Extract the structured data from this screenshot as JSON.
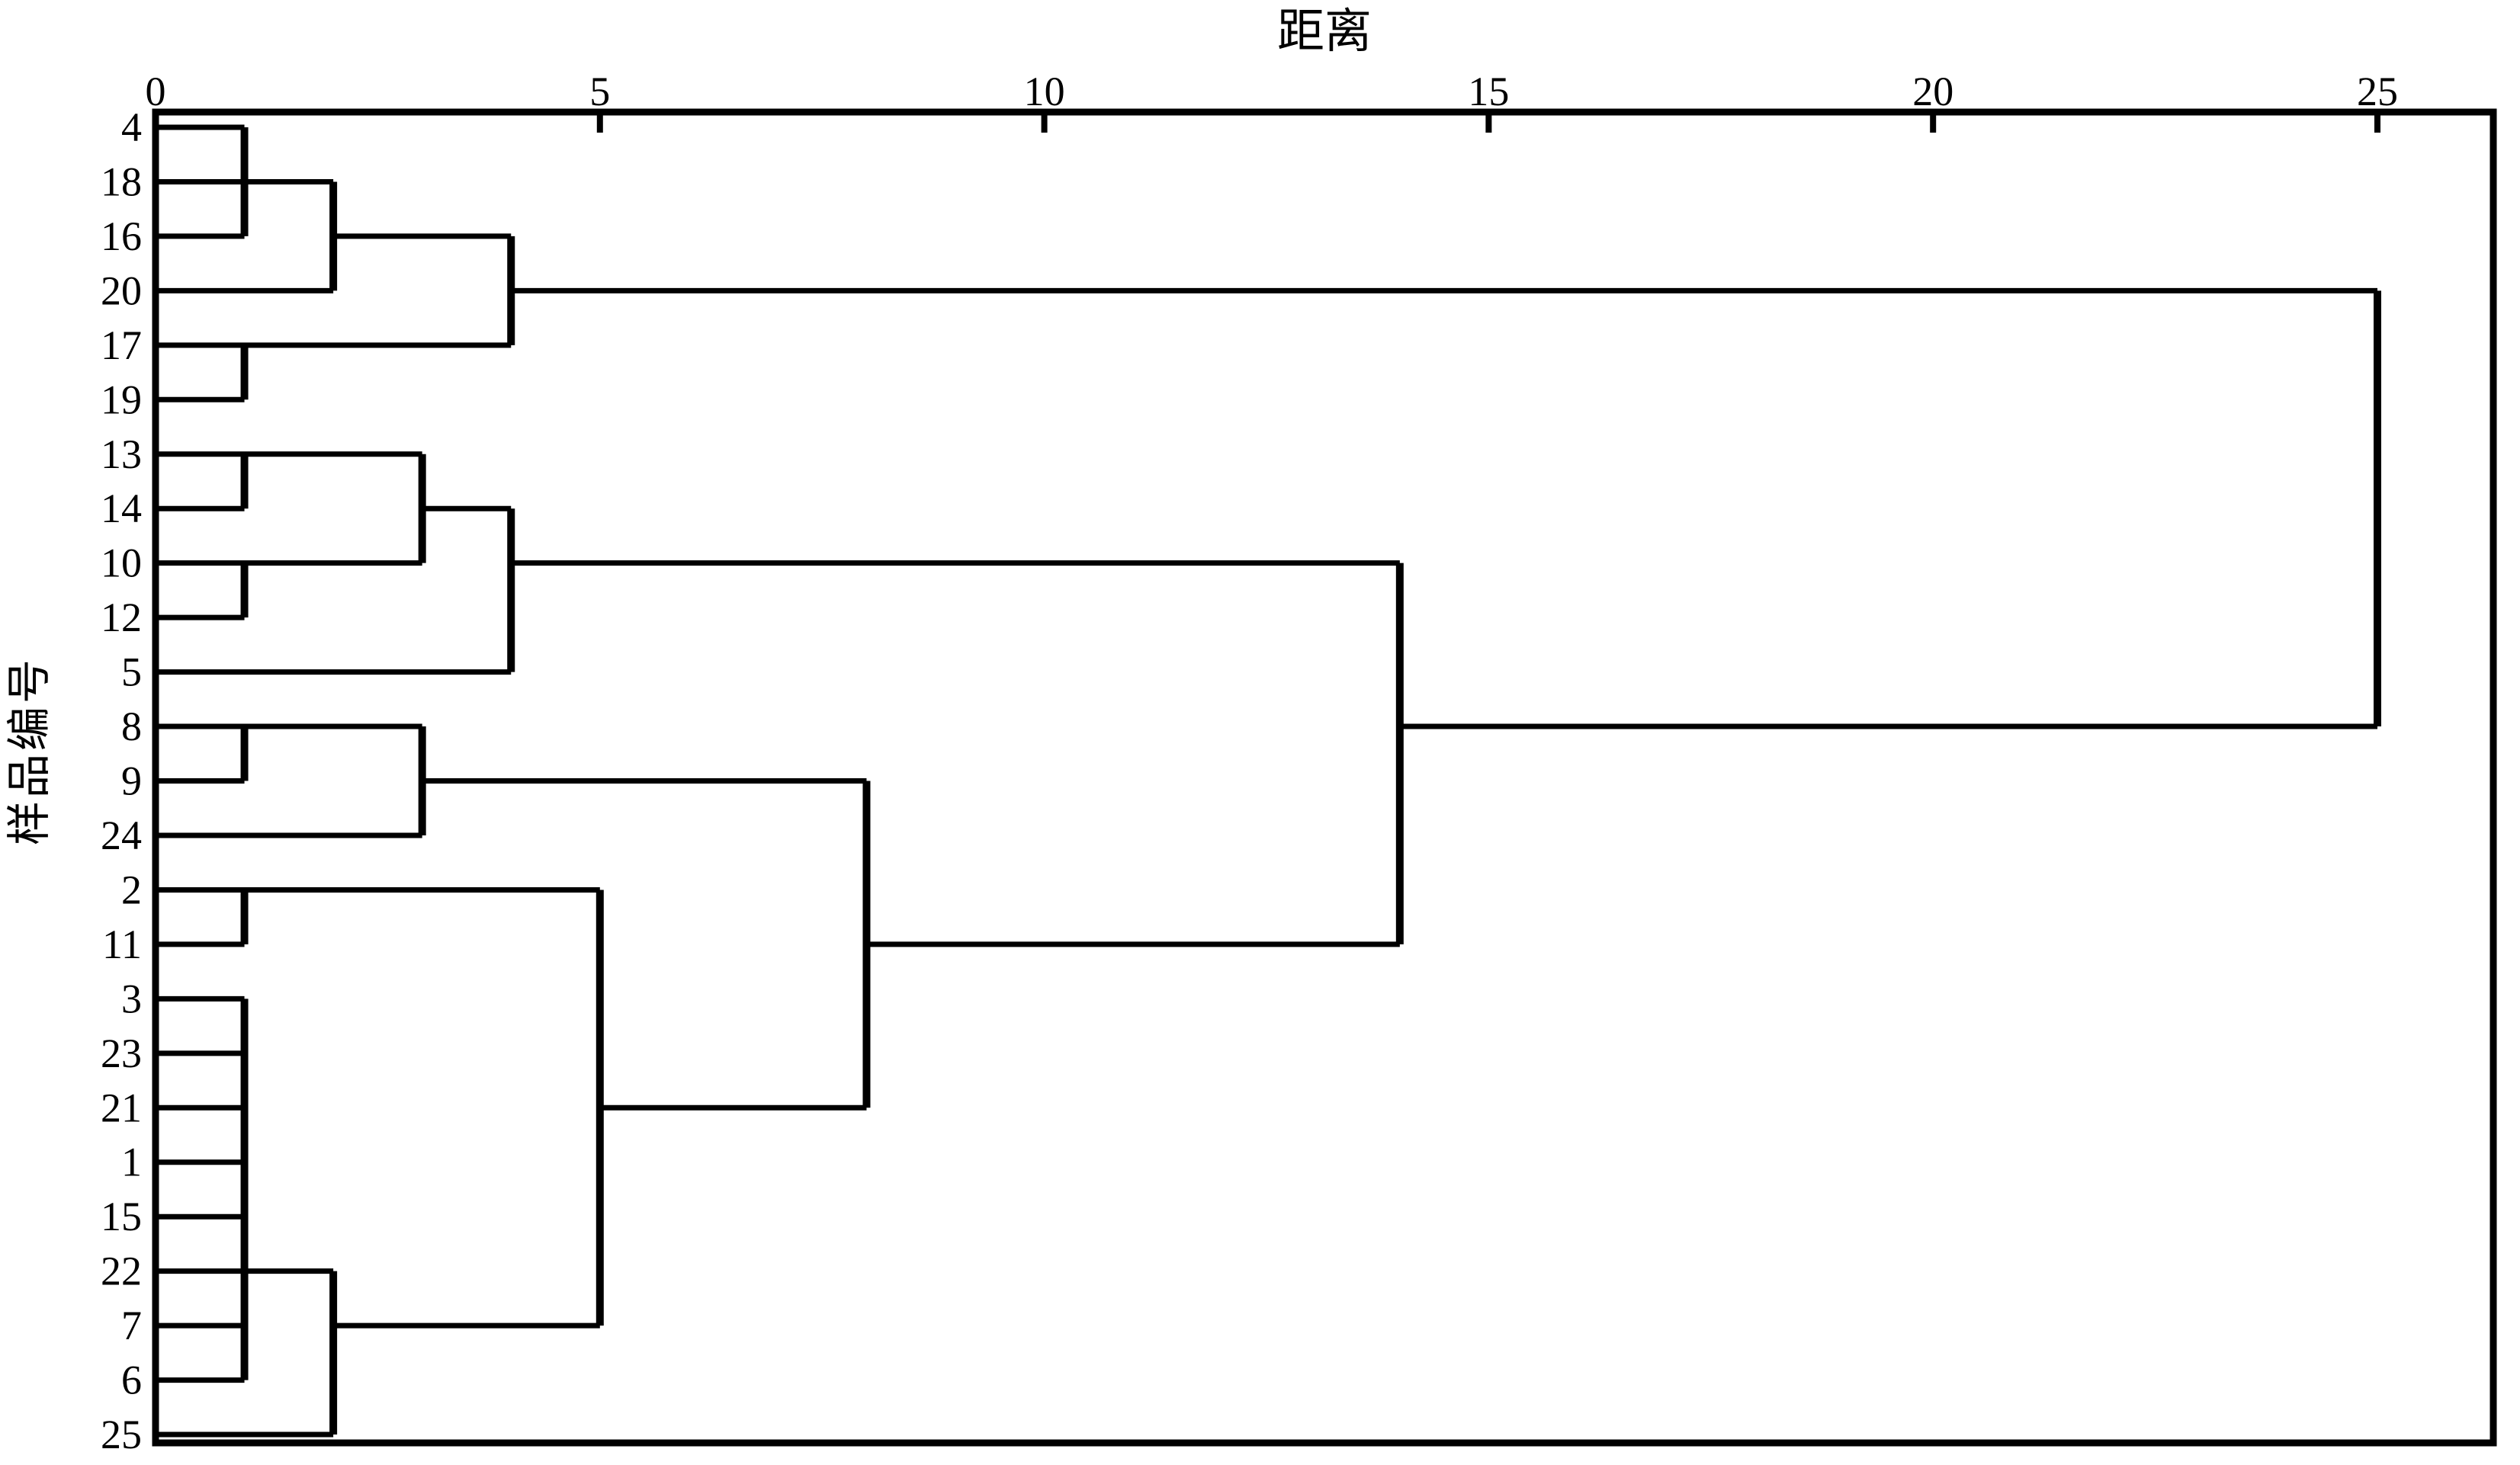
{
  "chart_data": {
    "type": "dendrogram",
    "orientation": "horizontal, leaves on left, distance axis on top",
    "title": "距离",
    "ylabel": "样品编号",
    "xlim": [
      0,
      25
    ],
    "xticks": [
      "0",
      "5",
      "10",
      "15",
      "20",
      "25"
    ],
    "grid": false,
    "legend": false,
    "line_color": "#000000",
    "background": "#ffffff",
    "leaves": [
      "4",
      "18",
      "16",
      "20",
      "17",
      "19",
      "13",
      "14",
      "10",
      "12",
      "5",
      "8",
      "9",
      "24",
      "2",
      "11",
      "3",
      "23",
      "21",
      "1",
      "15",
      "22",
      "7",
      "6",
      "25"
    ],
    "leaf_line_end_distance": [
      1,
      2,
      1,
      2,
      4,
      1,
      3,
      1,
      3,
      1,
      4,
      3,
      1,
      3,
      5,
      1,
      1,
      1,
      1,
      1,
      1,
      2,
      1,
      1,
      2
    ],
    "connector_horizontals_row_d1_d2": [
      [
        2,
        2,
        4
      ],
      [
        3,
        4,
        25
      ],
      [
        7,
        3,
        4
      ],
      [
        8,
        4,
        14
      ],
      [
        11,
        14,
        25
      ],
      [
        12,
        3,
        8
      ],
      [
        15,
        8,
        14
      ],
      [
        18,
        5,
        8
      ],
      [
        22,
        2,
        5
      ]
    ],
    "connector_verticals_d_rowtop_rowbottom": [
      [
        1,
        0,
        2
      ],
      [
        2,
        1,
        3
      ],
      [
        4,
        2,
        4
      ],
      [
        1,
        4,
        5
      ],
      [
        1,
        6,
        7
      ],
      [
        3,
        6,
        8
      ],
      [
        1,
        8,
        9
      ],
      [
        4,
        7,
        10
      ],
      [
        1,
        11,
        12
      ],
      [
        3,
        11,
        13
      ],
      [
        1,
        14,
        15
      ],
      [
        1,
        16,
        23
      ],
      [
        2,
        21,
        24
      ],
      [
        5,
        14,
        22
      ],
      [
        8,
        12,
        18
      ],
      [
        14,
        8,
        15
      ],
      [
        25,
        3,
        11
      ]
    ],
    "merge_steps": [
      {
        "distance": 1,
        "merges": "{4,18,16}; {17,19}; {13,14}; {10,12}; {8,9}; {2,11}; {3,23,21,1,15,22,7,6}"
      },
      {
        "distance": 2,
        "merges": "{4,18,16}+{20}; {3,23,21,1,15,22,7,6}+{25}"
      },
      {
        "distance": 3,
        "merges": "{13,14}+{10,12}; {8,9}+{24}"
      },
      {
        "distance": 4,
        "merges": "{4,18,16,20}+{17,19}; {13,14,10,12}+{5}"
      },
      {
        "distance": 5,
        "merges": "{2,11}+{3,23,21,1,15,22,7,6,25}"
      },
      {
        "distance": 8,
        "merges": "{8,9,24}+{2,11,3,23,21,1,15,22,7,6,25}"
      },
      {
        "distance": 14,
        "merges": "{13,14,10,12,5}+{8,9,24,2,11,3,23,21,1,15,22,7,6,25}"
      },
      {
        "distance": 25,
        "merges": "root: {4,18,16,20,17,19} + all remaining samples"
      }
    ]
  }
}
